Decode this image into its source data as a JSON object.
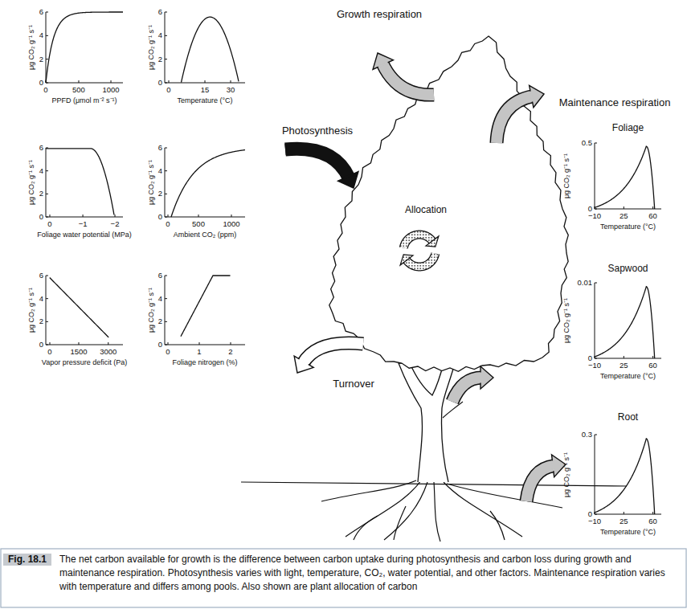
{
  "diagram": {
    "caption": "The net carbon available for growth is the difference between carbon uptake during photosynthesis and carbon loss during growth and maintenance respiration. Photosynthesis varies with light, temperature, CO₂, water potential, and other factors. Maintenance respiration varies with temperature and differs among pools. Also shown are plant allocation of carbon",
    "labels": [
      "μg CO₂ g⁻¹ s⁻¹",
      "0",
      "2",
      "4",
      "6",
      "0",
      "500",
      "1000",
      "PPFD (μmol m⁻² s⁻¹)",
      "μg CO₂ g⁻¹ s⁻¹",
      "0",
      "2",
      "4",
      "6",
      "0",
      "15",
      "30",
      "Temperature (°C)",
      "μg CO₂ g⁻¹ s⁻¹",
      "0",
      "2",
      "4",
      "6",
      "0",
      "−1",
      "−2",
      "Foliage water potential (MPa)",
      "μg CO₂ g⁻¹ s⁻¹",
      "0",
      "2",
      "4",
      "6",
      "0",
      "500",
      "1000",
      "Ambient CO₂ (ppm)",
      "μg CO₂ g⁻¹ s⁻¹",
      "0",
      "2",
      "4",
      "6",
      "0",
      "1500",
      "3000",
      "Vapor pressure deficit (Pa)",
      "μg CO₂ g⁻¹ s⁻¹",
      "0",
      "2",
      "4",
      "6",
      "0",
      "1",
      "2",
      "Foliage nitrogen (%)",
      "Growth respiration",
      "Photosynthesis",
      "Allocation",
      "Turnover",
      "Maintenance respiration",
      "Foliage",
      "μg CO₂ g⁻¹ s⁻¹",
      "0",
      "0.5",
      "−10",
      "25",
      "60",
      "Temperature (°C)",
      "Sapwood",
      "μg CO₂ g⁻¹ s⁻¹",
      "0",
      "0.01",
      "−10",
      "25",
      "60",
      "Temperature (°C)",
      "Root",
      "μg CO₂ g⁻¹ s⁻¹",
      "0",
      "0.3",
      "−10",
      "25",
      "60",
      "Temperature (°C)",
      "Fig. 18.1"
    ]
  }
}
